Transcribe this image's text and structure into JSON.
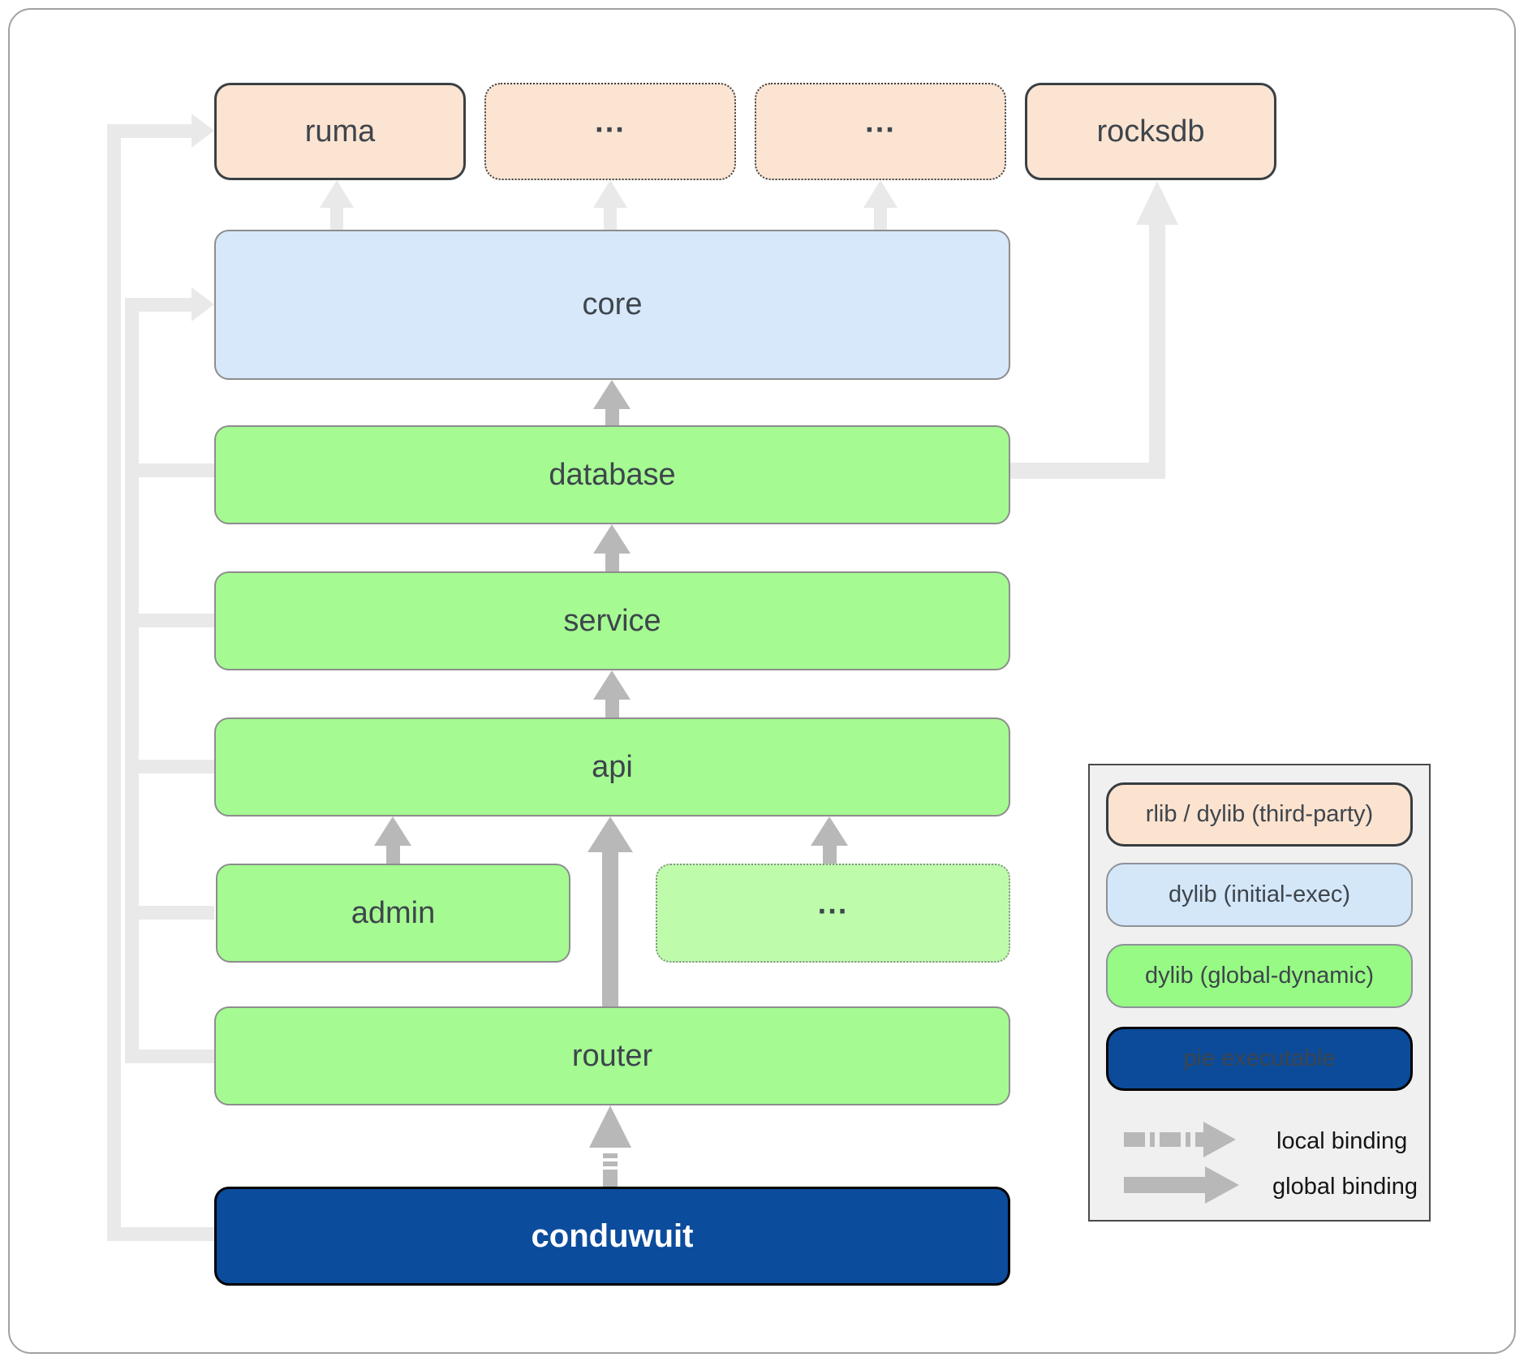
{
  "nodes": {
    "ruma": "ruma",
    "third_party_a": "...",
    "third_party_b": "...",
    "rocksdb": "rocksdb",
    "core": "core",
    "database": "database",
    "service": "service",
    "api": "api",
    "admin": "admin",
    "other_modules": "...",
    "router": "router",
    "conduwuit": "conduwuit"
  },
  "legend": {
    "items": [
      {
        "label": "rlib / dylib (third-party)",
        "fill": "#fbe3d0"
      },
      {
        "label": "dylib (initial-exec)",
        "fill": "#d4e7f9"
      },
      {
        "label": "dylib (global-dynamic)",
        "fill": "#97fa84"
      },
      {
        "label": "pie executable",
        "fill": "#0b4b9a"
      }
    ],
    "bindings": [
      {
        "label": "local binding",
        "style": "dashed"
      },
      {
        "label": "global binding",
        "style": "solid"
      }
    ]
  },
  "colors": {
    "third_party_fill": "#fce4d2",
    "initial_exec_fill": "#d6e8f9",
    "global_dynamic_fill": "#a5fb92",
    "global_dynamic_light_fill": "#befcac",
    "pie_executable_fill": "#0c4c9c",
    "global_binding_arrow": "#b8b8b8",
    "local_binding_lines": "#e9e9e9"
  }
}
